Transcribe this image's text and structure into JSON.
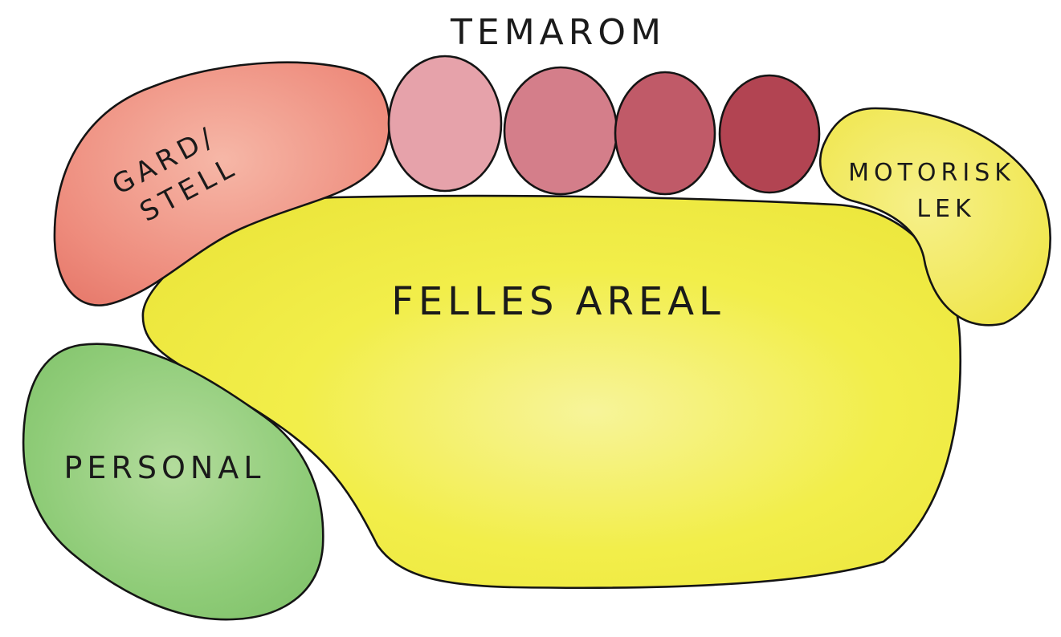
{
  "diagram": {
    "title": "TEMAROM",
    "zones": {
      "gard_stell": {
        "line1": "GARD/",
        "line2": "STELL",
        "color": "#ee8c7d"
      },
      "motorisk_lek": {
        "line1": "MOTORISK",
        "line2": "LEK",
        "color": "#f3ec58"
      },
      "felles_areal": {
        "label": "FELLES AREAL",
        "color": "#f2ee4a"
      },
      "personal": {
        "label": "PERSONAL",
        "color": "#8fcc78"
      }
    },
    "temarom_rooms": [
      {
        "color": "#e6a2aa"
      },
      {
        "color": "#d47e8a"
      },
      {
        "color": "#c05a68"
      },
      {
        "color": "#b24452"
      }
    ]
  }
}
